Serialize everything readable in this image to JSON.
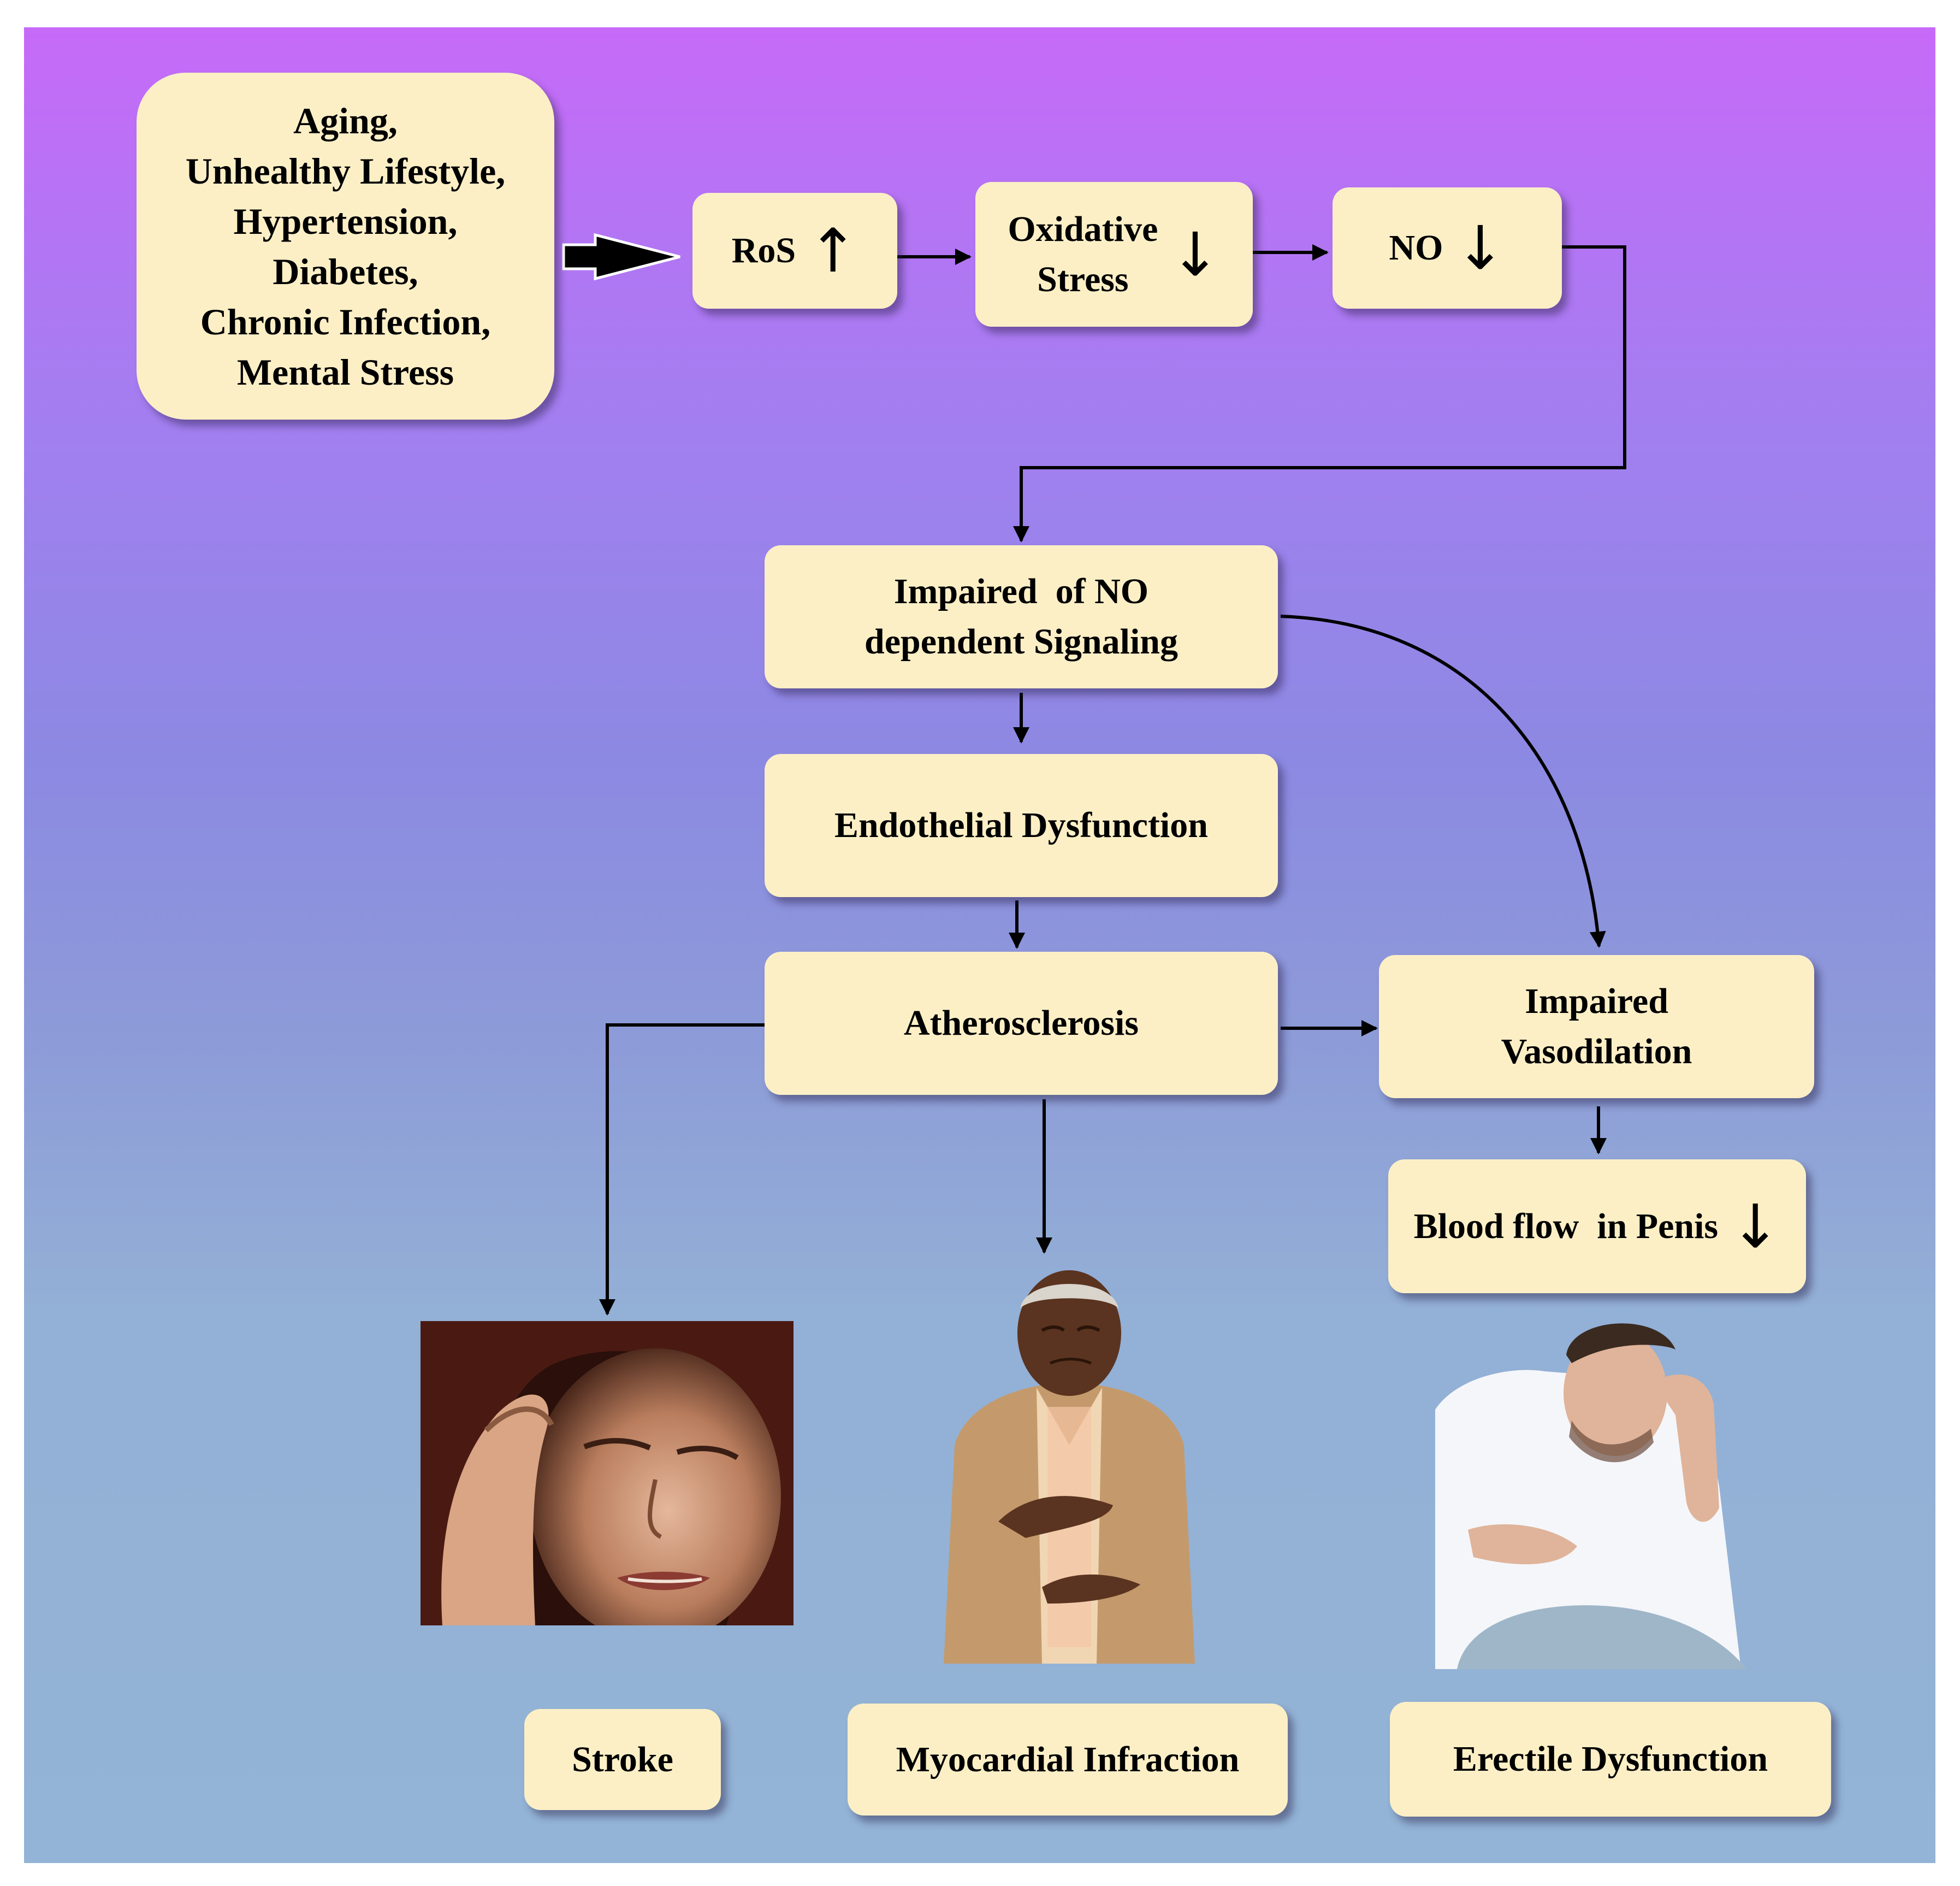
{
  "nodes": {
    "risk_factors": [
      "Aging,",
      "Unhealthy Lifestyle,",
      "Hypertension,",
      "Diabetes,",
      "Chronic Infection,",
      "Mental Stress"
    ],
    "ros": {
      "label": "RoS",
      "arrow": "↑"
    },
    "oxidative_stress": {
      "label": [
        "Oxidative",
        "Stress"
      ],
      "arrow": "↓"
    },
    "no": {
      "label": "NO",
      "arrow": "↓"
    },
    "impaired_no_signaling": [
      "Impaired  of NO",
      "dependent Signaling"
    ],
    "endothelial_dysfunction": "Endothelial Dysfunction",
    "atherosclerosis": "Atherosclerosis",
    "impaired_vasodilation": [
      "Impaired",
      "Vasodilation"
    ],
    "blood_flow": {
      "label": "Blood flow  in Penis",
      "arrow": "↓"
    },
    "stroke": "Stroke",
    "myocardial_infraction": "Myocardial Infraction",
    "erectile_dysfunction": "Erectile Dysfunction"
  },
  "colors": {
    "box_fill": "#fcefc6",
    "background_top": "#c66af8",
    "background_bottom": "#93b4d6",
    "arrow": "#000000"
  },
  "icons": {
    "stroke_photo": "woman-headache-photo",
    "mi_photo": "man-chest-pain-photo",
    "ed_photo": "man-distressed-photo"
  }
}
